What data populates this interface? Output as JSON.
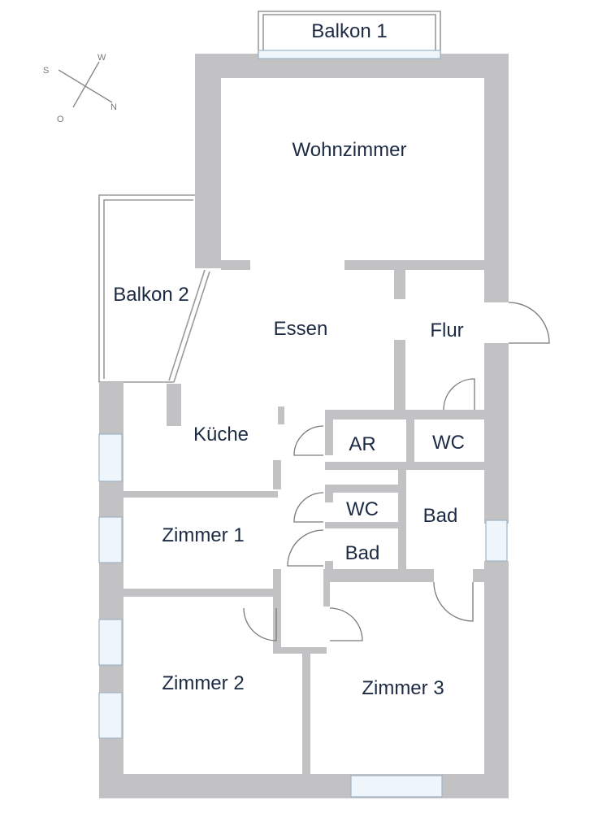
{
  "compass": {
    "s": "S",
    "w": "W",
    "n": "N",
    "o": "O"
  },
  "rooms": {
    "balkon1": "Balkon 1",
    "wohnzimmer": "Wohnzimmer",
    "balkon2": "Balkon 2",
    "essen": "Essen",
    "flur": "Flur",
    "kueche": "Küche",
    "ar": "AR",
    "wc_upper": "WC",
    "wc_lower": "WC",
    "bad_large": "Bad",
    "bad_small": "Bad",
    "zimmer1": "Zimmer 1",
    "zimmer2": "Zimmer 2",
    "zimmer3": "Zimmer 3"
  },
  "colors": {
    "wall": "#c2c2c4",
    "label": "#1d2a44",
    "window": "#eef6fb"
  }
}
